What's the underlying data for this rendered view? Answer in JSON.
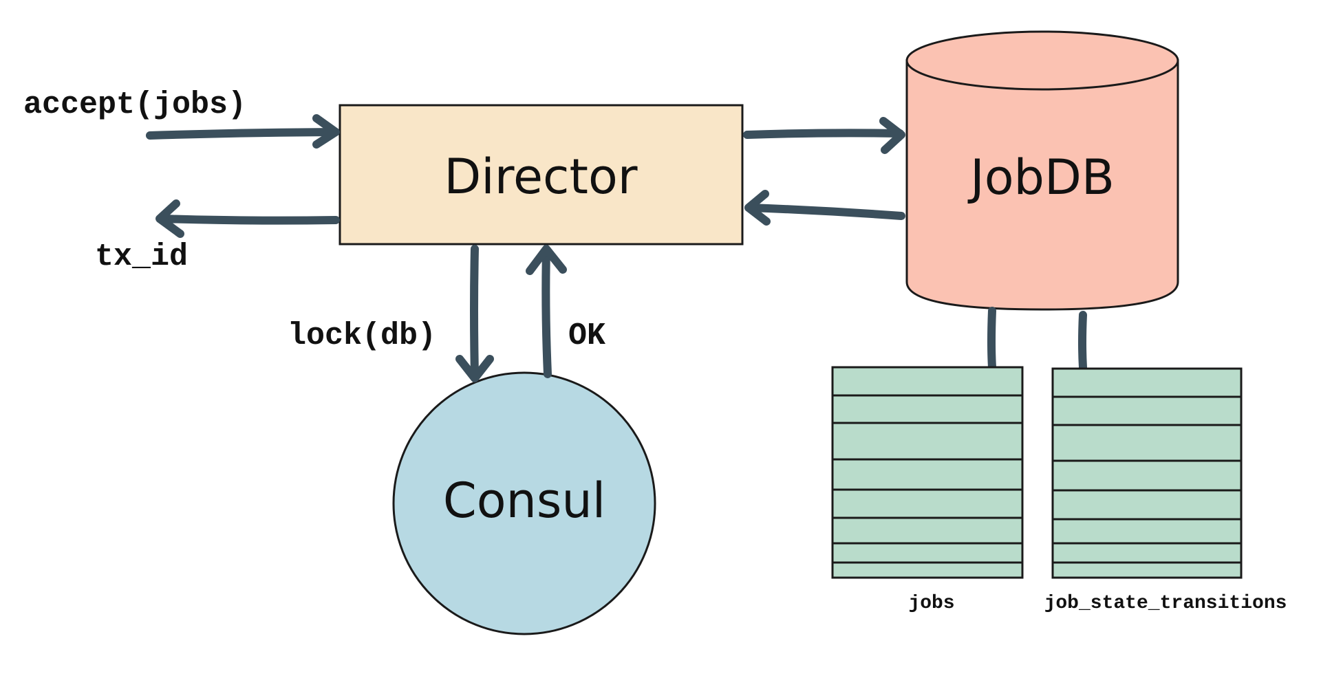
{
  "nodes": {
    "director": {
      "label": "Director",
      "fill": "#f9e6c8"
    },
    "jobdb": {
      "label": "JobDB",
      "fill": "#fbc2b2"
    },
    "consul": {
      "label": "Consul",
      "fill": "#b7d9e3"
    }
  },
  "arrows": {
    "accept_label": "accept(jobs)",
    "txid_label": "tx_id",
    "lock_label": "lock(db)",
    "ok_label": "OK"
  },
  "tables": {
    "jobs": {
      "label": "jobs",
      "fill": "#b9dccb"
    },
    "transitions": {
      "label": "job_state_transitions",
      "fill": "#b9dccb"
    }
  },
  "colors": {
    "arrow": "#3b4f5c",
    "outline": "#1a1a1a"
  }
}
